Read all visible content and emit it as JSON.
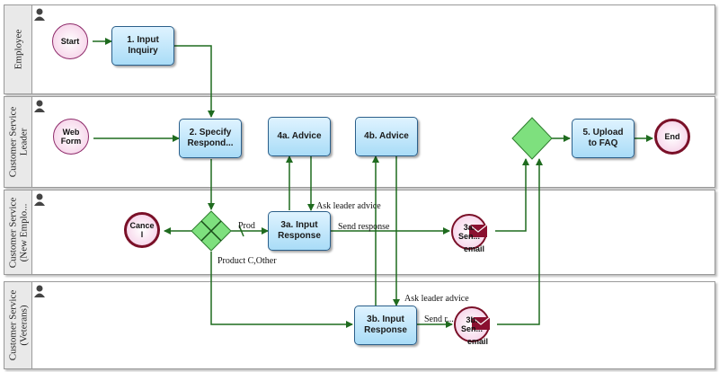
{
  "lanes": [
    {
      "title": "Employee"
    },
    {
      "title": "Customer Service\nLeader"
    },
    {
      "title": "Customer Service\n(New Emplo..."
    },
    {
      "title": "Customer Service\n(Veterans)"
    }
  ],
  "events": {
    "start": "Start",
    "webform": "Web\nForm",
    "cancel": "Cance\nl",
    "end": "End",
    "send_a": "3a.\nSen...",
    "send_b": "3b.\nSen...",
    "email_label": "email"
  },
  "tasks": {
    "t1": "1. Input\nInquiry",
    "t2": "2. Specify\nRespond...",
    "t4a": "4a. Advice",
    "t4b": "4b. Advice",
    "t5": "5. Upload\nto FAQ",
    "t3a": "3a. Input\nResponse",
    "t3b": "3b. Input\nResponse"
  },
  "flow_labels": {
    "prod": "Prod",
    "product_other": "Product C,Other",
    "ask_a": "Ask leader advice",
    "send_response_a": "Send response",
    "ask_b": "Ask leader advice",
    "send_b": "Send r..."
  },
  "colors": {
    "flow": "#1f6b1f",
    "gateway": "#7ee07e",
    "task_border": "#2b5f8a",
    "end_border": "#7a1028"
  }
}
